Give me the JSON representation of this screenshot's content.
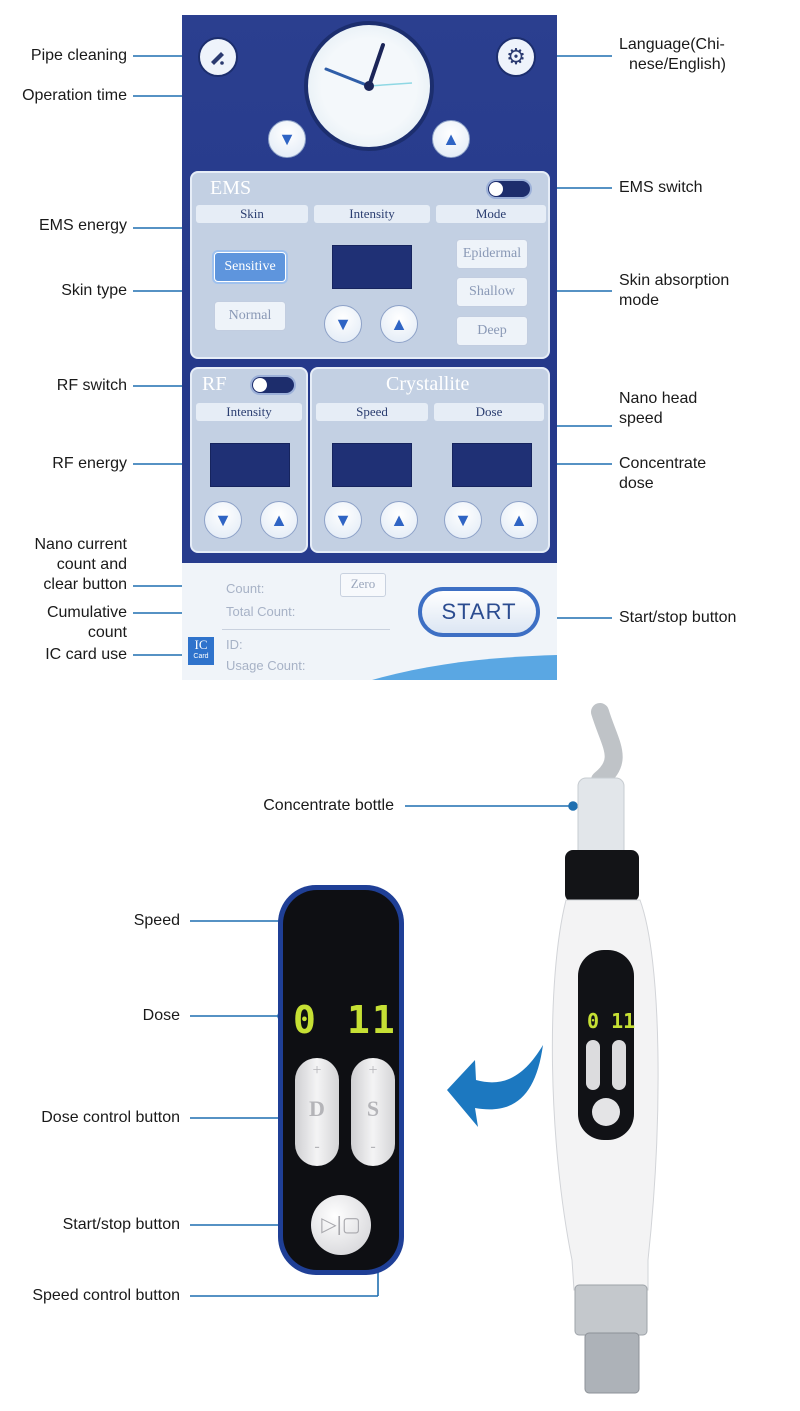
{
  "callouts": {
    "pipe_cleaning": "Pipe cleaning",
    "operation_time": "Operation time",
    "language": [
      "Language(Chi-",
      "nese/English)"
    ],
    "ems_switch": "EMS switch",
    "ems_energy": "EMS energy",
    "skin_type": "Skin type",
    "skin_absorption_mode": [
      "Skin absorption",
      "mode"
    ],
    "rf_switch": "RF switch",
    "nano_head_speed": [
      "Nano head",
      "speed"
    ],
    "rf_energy": "RF energy",
    "concentrate_dose": [
      "Concentrate",
      "dose"
    ],
    "nano_current_count": [
      "Nano current",
      "count and",
      "clear button"
    ],
    "cumulative_count": [
      "Cumulative",
      "count"
    ],
    "ic_card_use": "IC card use",
    "start_stop_button": "Start/stop button",
    "concentrate_bottle": "Concentrate bottle",
    "speed": "Speed",
    "dose": "Dose",
    "dose_control_button": "Dose control button",
    "pen_start_stop_button": "Start/stop button",
    "speed_control_button": "Speed control button"
  },
  "screen": {
    "ems": {
      "title": "EMS",
      "columns": [
        "Skin",
        "Intensity",
        "Mode"
      ],
      "skin_options": [
        "Sensitive",
        "Normal"
      ],
      "mode_options": [
        "Epidermal",
        "Shallow",
        "Deep"
      ]
    },
    "rf": {
      "title": "RF",
      "column": "Intensity"
    },
    "crystallite": {
      "title": "Crystallite",
      "columns": [
        "Speed",
        "Dose"
      ]
    },
    "bottom": {
      "count": "Count:",
      "total_count": "Total Count:",
      "zero": "Zero",
      "start": "START",
      "id": "ID:",
      "usage_count": "Usage Count:",
      "ic": "IC",
      "card": "Card"
    }
  },
  "pen": {
    "dose_display": "0",
    "speed_display": "11",
    "d_label": "D",
    "s_label": "S",
    "plus": "+",
    "minus": "-"
  },
  "colors": {
    "callout_line": "#1f6fb0",
    "screen_bg": "#26398b",
    "arrow": "#1c78c0"
  }
}
